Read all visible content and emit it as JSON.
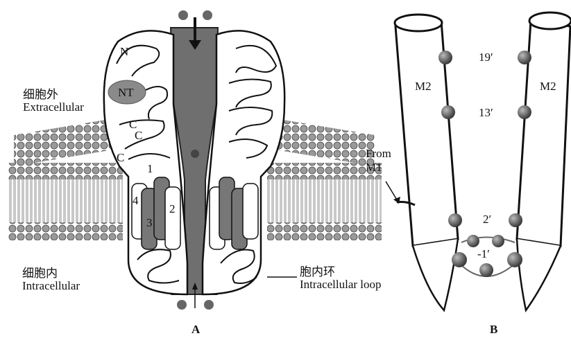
{
  "panel_a": {
    "label": "A",
    "extracellular_cn": "细胞外",
    "extracellular_en": "Extracellular",
    "intracellular_cn": "细胞内",
    "intracellular_en": "Intracellular",
    "loop_cn": "胞内环",
    "loop_en": "Intracellular loop",
    "n_label": "N",
    "nt_label": "NT",
    "c_labels": [
      "C",
      "C",
      "C"
    ],
    "helix_labels": [
      "1",
      "2",
      "3",
      "4"
    ]
  },
  "panel_b": {
    "label": "B",
    "m2_left": "M2",
    "m2_right": "M2",
    "from_label_1": "From",
    "from_label_2": "M1",
    "positions": [
      "19′",
      "13′",
      "2′",
      "-1′"
    ]
  }
}
